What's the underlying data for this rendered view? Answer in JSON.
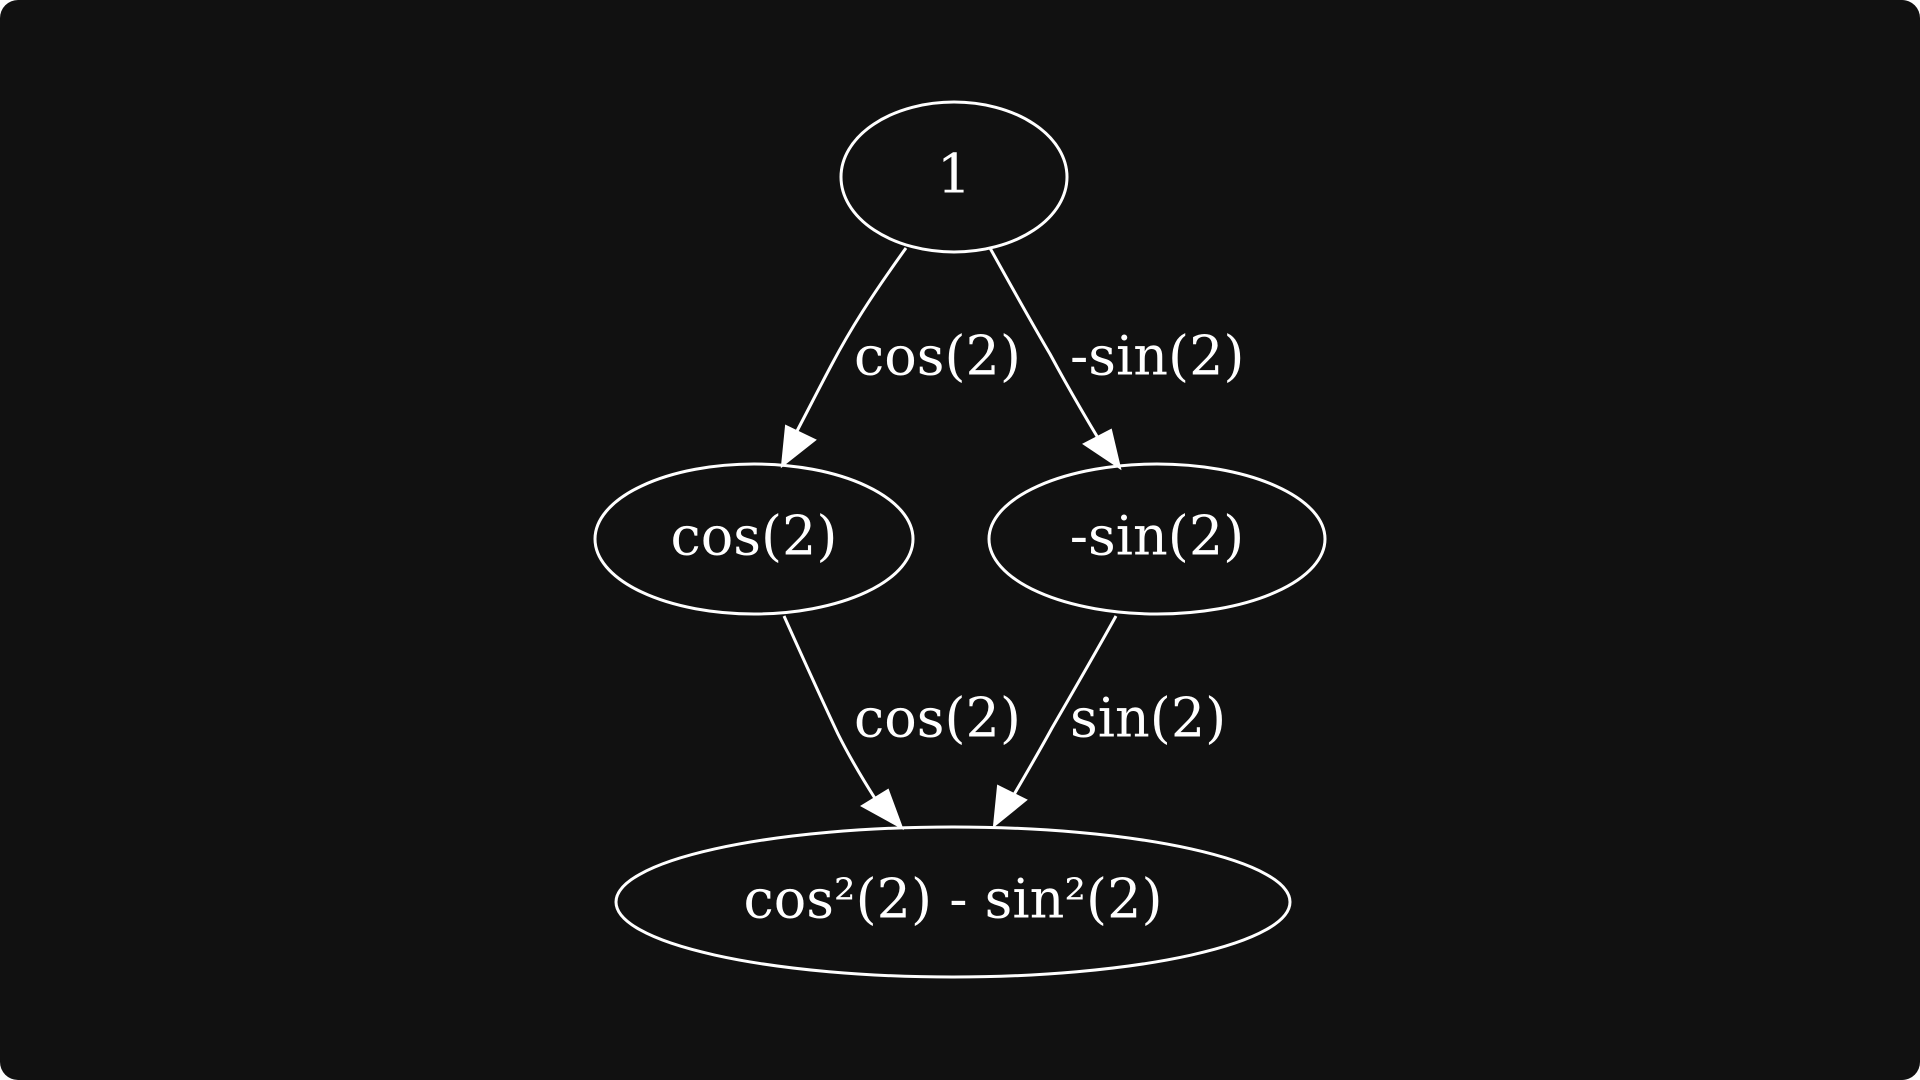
{
  "diagram": {
    "nodes": {
      "top": {
        "label": "1"
      },
      "cos": {
        "label": "cos(2)"
      },
      "negsin": {
        "label": "-sin(2)"
      },
      "result": {
        "label": "cos²(2) - sin²(2)"
      }
    },
    "edges": {
      "top_to_cos": {
        "label": "cos(2)"
      },
      "top_to_negsin": {
        "label": "-sin(2)"
      },
      "cos_to_result": {
        "label": "cos(2)"
      },
      "negsin_to_result": {
        "label": "sin(2)"
      }
    }
  },
  "colors": {
    "background": "#111111",
    "stroke": "#ffffff",
    "text": "#ffffff"
  }
}
